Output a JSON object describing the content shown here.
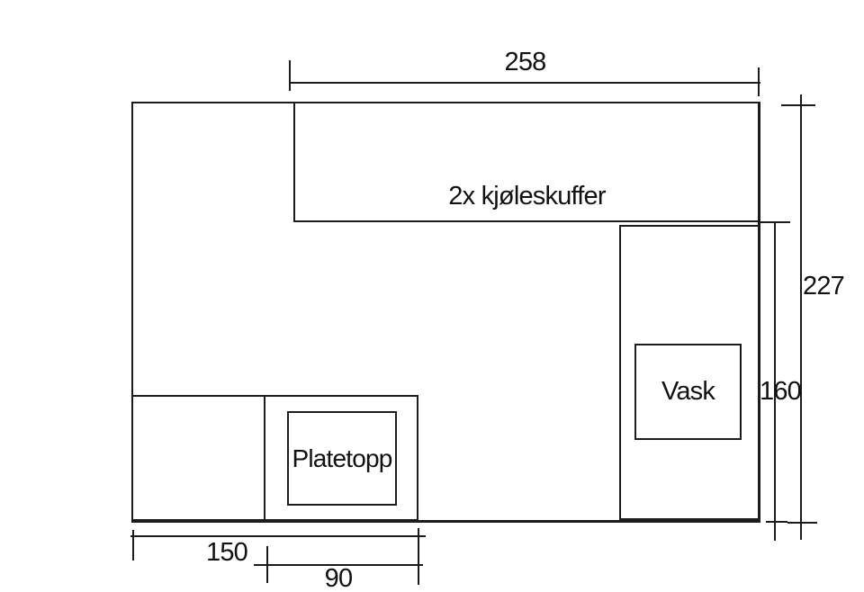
{
  "figure": {
    "background": "#ffffff",
    "line_color": "#1c1c1c",
    "text_color": "#111111"
  },
  "plan": {
    "fridge_label": "2x kjøleskuffer",
    "sink_label": "Vask",
    "cooktop_label": "Platetopp"
  },
  "dimensions": {
    "top_width": "258",
    "right_total_height": "227",
    "sink_run_height": "160",
    "counter_width": "150",
    "cooktop_width": "90"
  }
}
